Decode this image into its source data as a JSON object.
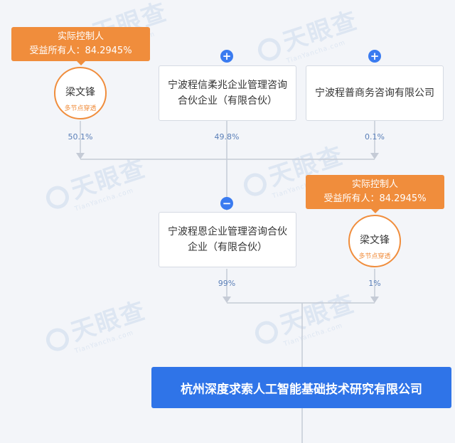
{
  "controller_tag": {
    "title": "实际控制人",
    "benefit": "受益所有人：84.2945%"
  },
  "person": {
    "name": "梁文锋",
    "sub": "多节点穿透"
  },
  "shareholders": [
    {
      "name": "梁文锋",
      "percent": "50.1%"
    },
    {
      "name": "宁波程信柔兆企业管理咨询合伙企业（有限合伙）",
      "percent": "49.8%",
      "toggle": "+"
    },
    {
      "name": "宁波程普商务咨询有限公司",
      "percent": "0.1%",
      "toggle": "+"
    }
  ],
  "mid_shareholders": [
    {
      "name": "宁波程恩企业管理咨询合伙企业（有限合伙）",
      "percent": "99%",
      "toggle": "−"
    },
    {
      "name": "梁文锋",
      "percent": "1%"
    }
  ],
  "target_company": "杭州深度求索人工智能基础技术研究有限公司",
  "watermark": {
    "brand": "天眼查",
    "url": "TianYancha.com"
  },
  "colors": {
    "accent": "#2f74e8",
    "controller": "#f08d3c",
    "line": "#c5cbd6"
  }
}
